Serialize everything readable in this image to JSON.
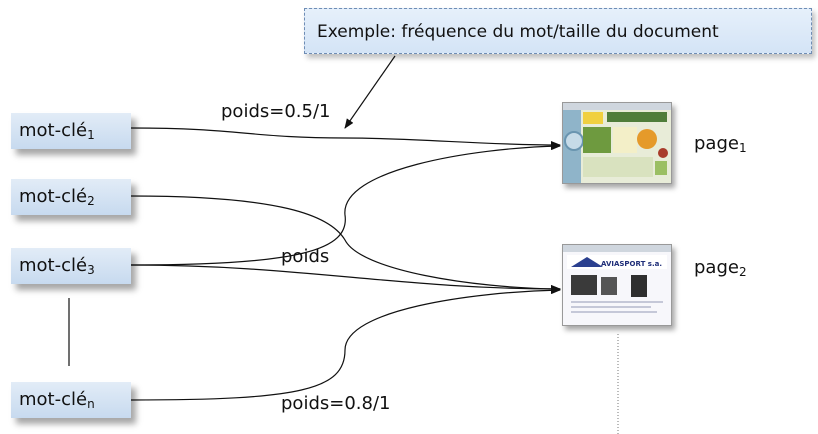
{
  "callout": {
    "text": "Exemple: fréquence du mot/taille du document"
  },
  "keywords": [
    {
      "label": "mot-clé",
      "sub": "1"
    },
    {
      "label": "mot-clé",
      "sub": "2"
    },
    {
      "label": "mot-clé",
      "sub": "3"
    },
    {
      "label": "mot-clé",
      "sub": "n"
    }
  ],
  "pages": [
    {
      "label": "page",
      "sub": "1"
    },
    {
      "label": "page",
      "sub": "2"
    }
  ],
  "weights": {
    "w1": "poids=0.5/1",
    "w2": "poids",
    "w3": "poids=0.8/1"
  },
  "thumbnails": {
    "page2_brand": "AVIASPORT s.a."
  }
}
